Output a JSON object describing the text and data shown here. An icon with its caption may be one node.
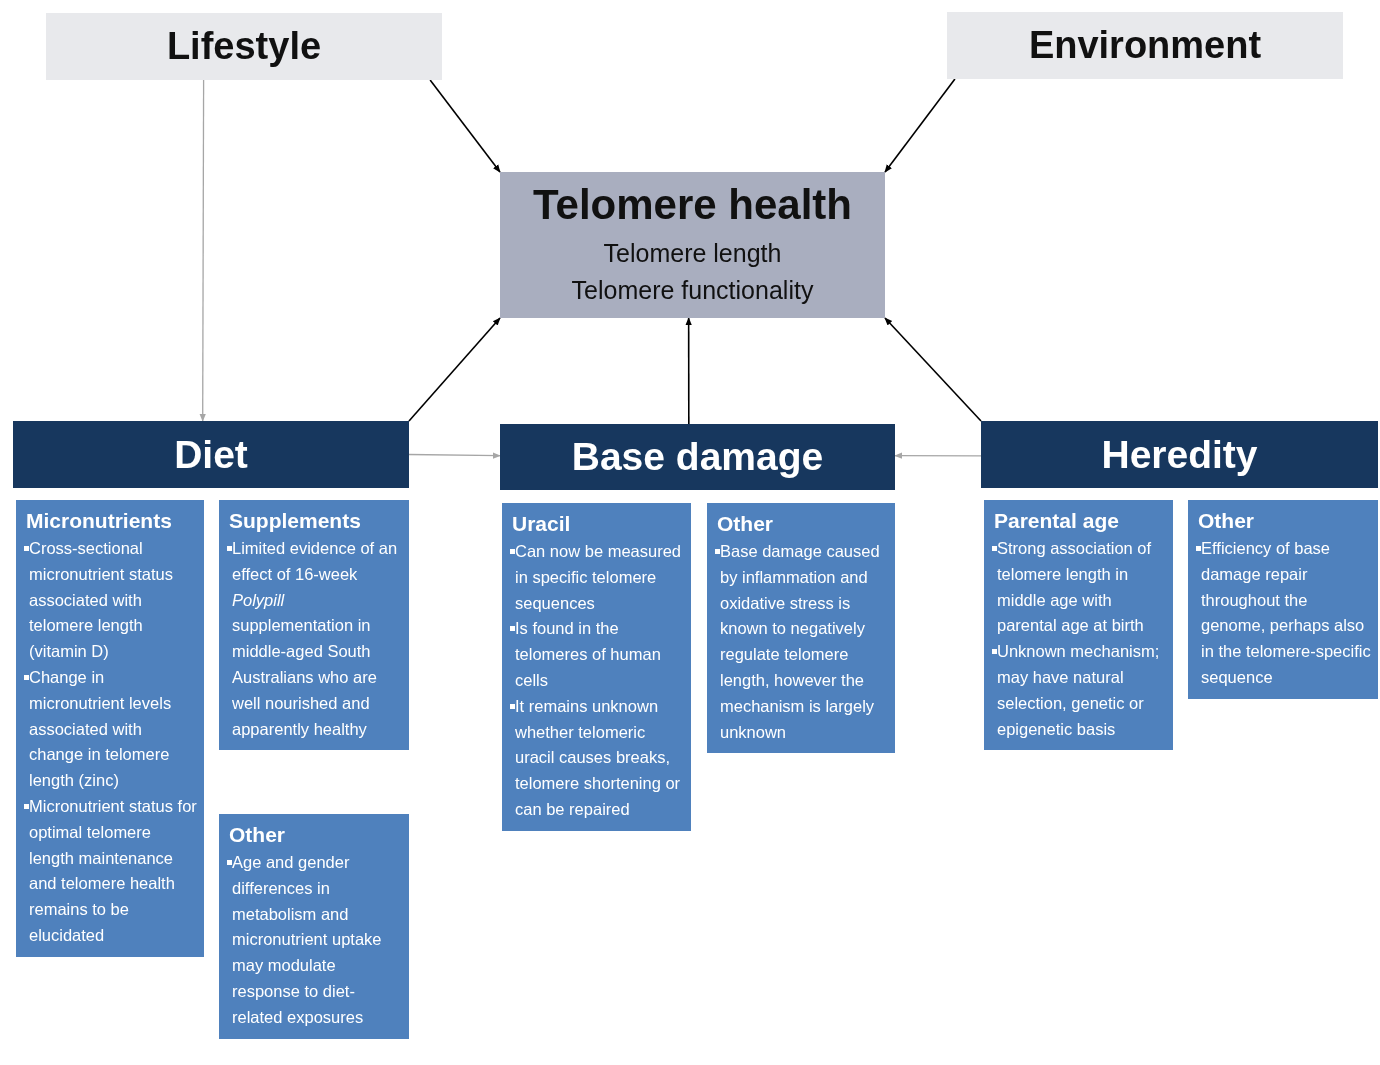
{
  "diagram": {
    "nodes": [
      {
        "text": [
          "Lifestyle"
        ]
      },
      {
        "text": [
          "Environment"
        ]
      },
      {
        "text": [
          "Telomere health",
          "Telomere length",
          "Telomere functionality"
        ]
      },
      {
        "text": [
          "Diet"
        ]
      },
      {
        "text": [
          "Micronutrients",
          "Cross-sectional micronutrient status associated with telomere length (vitamin D)",
          "Change in micronutrient levels associated with change in telomere length (zinc)",
          "Micronutrient status for optimal telomere length maintenance and telomere health remains to be elucidated"
        ]
      },
      {
        "text": [
          "Supplements",
          "Limited evidence of an effect of 16-week *Polypill* supplementation in middle-aged South Australians who are well nourished and apparently healthy"
        ]
      },
      {
        "text": [
          "Other",
          "Age and gender differences in metabolism and micronutrient uptake may modulate response to diet-related exposures"
        ]
      },
      {
        "text": [
          "Base damage"
        ]
      },
      {
        "text": [
          "Uracil",
          "Can now be measured in specific telomere sequences",
          "Is found in the telomeres of human cells",
          "It remains unknown whether telomeric uracil causes breaks, telomere shortening or can be repaired"
        ]
      },
      {
        "text": [
          "Other",
          "Base damage caused by inflammation and oxidative stress is known to negatively regulate telomere length, however the mechanism is largely unknown"
        ]
      },
      {
        "text": [
          "Heredity"
        ]
      },
      {
        "text": [
          "Parental age",
          "Strong association of telomere length in middle age with parental age at birth",
          "Unknown mechanism; may have natural selection, genetic or epigenetic basis"
        ]
      },
      {
        "text": [
          "Other",
          "Efficiency of base damage repair throughout the genome, perhaps also in the telomere-specific sequence"
        ]
      }
    ],
    "edges": [
      {
        "from": 0,
        "to": 2,
        "arrow": "to"
      },
      {
        "from": 1,
        "to": 2,
        "arrow": "to"
      },
      {
        "from": 0,
        "to": 3,
        "arrow": "to",
        "color": "#a6a6a6"
      },
      {
        "from": 3,
        "to": 7,
        "arrow": "to",
        "color": "#a6a6a6"
      },
      {
        "from": 10,
        "to": 7,
        "arrow": "to",
        "color": "#a6a6a6"
      },
      {
        "from": 3,
        "to": 2,
        "arrow": "to"
      },
      {
        "from": 7,
        "to": 2,
        "arrow": "to"
      },
      {
        "from": 10,
        "to": 2,
        "arrow": "to"
      }
    ]
  }
}
